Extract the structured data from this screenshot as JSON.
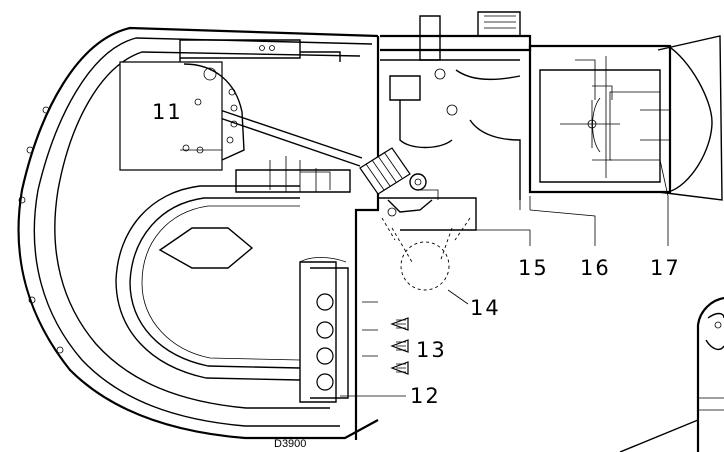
{
  "drawing": {
    "code": "D3900",
    "part_labels": [
      "11",
      "12",
      "13",
      "14",
      "15",
      "16",
      "17"
    ]
  }
}
